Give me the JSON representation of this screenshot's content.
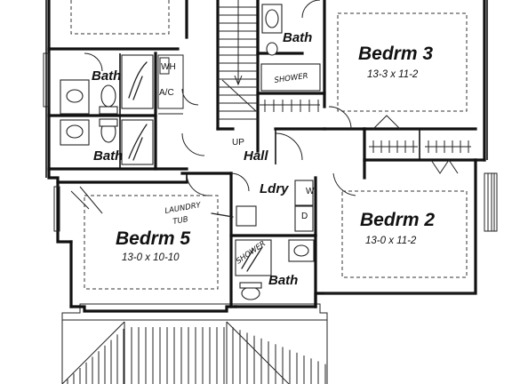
{
  "rooms": {
    "bedrm3": {
      "name": "Bedrm 3",
      "dims": "13-3 x 11-2"
    },
    "bedrm2": {
      "name": "Bedrm 2",
      "dims": "13-0 x 11-2"
    },
    "bedrm5": {
      "name": "Bedrm 5",
      "dims": "13-0 x 10-10"
    },
    "bath_upper_right": {
      "name": "Bath"
    },
    "bath_left_top": {
      "name": "Bath"
    },
    "bath_left_bottom": {
      "name": "Bath"
    },
    "bath_lower_right": {
      "name": "Bath"
    },
    "hall": {
      "name": "Hall"
    },
    "laundry": {
      "name": "Ldry"
    }
  },
  "labels": {
    "stair_up": "UP",
    "ac": "A/C",
    "wh": "WH",
    "w": "W",
    "d": "D"
  },
  "handwritten": {
    "shower_upper": "SHOWER",
    "shower_lower": "SHOWER",
    "laundry_tub_line1": "LAUNDRY",
    "laundry_tub_line2": "TUB"
  }
}
